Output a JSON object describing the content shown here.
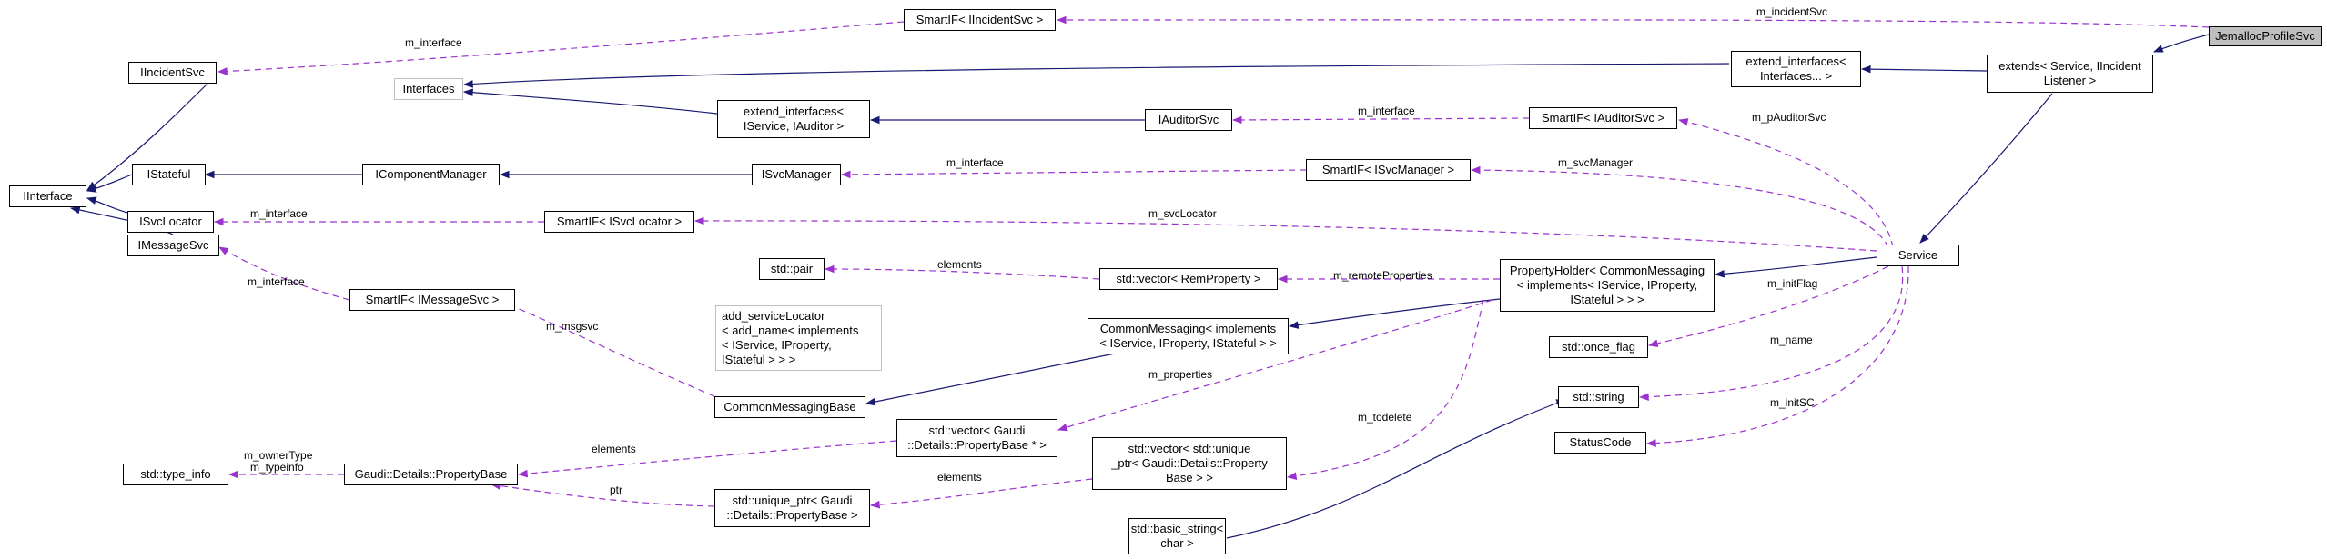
{
  "colors": {
    "inherit": "#191970",
    "usage": "#9a32cd",
    "focus_fill": "#bfbfbf"
  },
  "nodes": {
    "jemalloc": "JemallocProfileSvc",
    "smartif_incident": "SmartIF< IIncidentSvc >",
    "iincidentsvc": "IIncidentSvc",
    "interfaces": "Interfaces",
    "extend_if_interfaces": "extend_interfaces<\nInterfaces... >",
    "extends_service": "extends< Service, IIncident\nListener >",
    "iinterface": "IInterface",
    "istateful": "IStateful",
    "icomponentmanager": "IComponentManager",
    "isvcmanager": "ISvcManager",
    "extend_if_auditor": "extend_interfaces<\nIService, IAuditor >",
    "iauditorsvc": "IAuditorSvc",
    "smartif_auditor": "SmartIF< IAuditorSvc >",
    "smartif_svcmanager": "SmartIF< ISvcManager >",
    "isvclocator": "ISvcLocator",
    "smartif_svclocator": "SmartIF< ISvcLocator >",
    "service": "Service",
    "imessagesvc": "IMessageSvc",
    "smartif_messagesvc": "SmartIF< IMessageSvc >",
    "std_pair": "std::pair",
    "vector_remprop": "std::vector< RemProperty >",
    "propertyholder": "PropertyHolder< CommonMessaging\n< implements< IService, IProperty,\nIStateful > > >",
    "add_servicelocator": "add_serviceLocator\n< add_name< implements\n< IService, IProperty,\nIStateful > > >",
    "commonmessaging": "CommonMessaging< implements\n< IService, IProperty, IStateful > >",
    "once_flag": "std::once_flag",
    "commonmessagingbase": "CommonMessagingBase",
    "std_string": "std::string",
    "statuscode": "StatusCode",
    "vector_propbase": "std::vector< Gaudi\n::Details::PropertyBase * >",
    "std_typeinfo": "std::type_info",
    "propertybase": "Gaudi::Details::PropertyBase",
    "vector_uniqueptr": "std::vector< std::unique\n_ptr< Gaudi::Details::Property\nBase > >",
    "unique_ptr": "std::unique_ptr< Gaudi\n::Details::PropertyBase >",
    "basic_string": "std::basic_string<\nchar >"
  },
  "edge_labels": {
    "m_incidentsvc": "m_incidentSvc",
    "m_interface_incident": "m_interface",
    "m_interface_auditor": "m_interface",
    "m_pauditorsvc": "m_pAuditorSvc",
    "m_interface_svcmanager": "m_interface",
    "m_svcmanager": "m_svcManager",
    "m_interface_svclocator": "m_interface",
    "m_svclocator": "m_svcLocator",
    "m_interface_message": "m_interface",
    "elements_pair": "elements",
    "m_remoteproperties": "m_remoteProperties",
    "m_initflag": "m_initFlag",
    "m_msgsvc": "m_msgsvc",
    "m_name": "m_name",
    "m_properties": "m_properties",
    "m_todelete": "m_todelete",
    "m_initsc": "m_initSC",
    "elements_propbase": "elements",
    "m_ownertype": "m_ownerType",
    "m_typeinfo": "m_typeinfo",
    "elements_unique": "elements",
    "ptr": "ptr"
  }
}
